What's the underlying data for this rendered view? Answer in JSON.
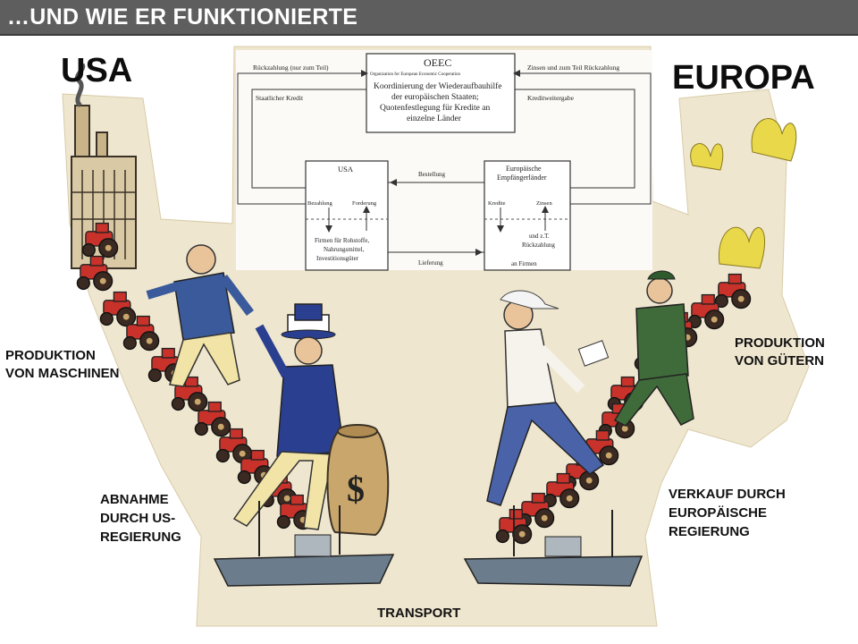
{
  "header": {
    "title": "…UND WIE ER FUNKTIONIERTE"
  },
  "regions": {
    "left": "USA",
    "right": "EUROPA"
  },
  "labels": {
    "produktion_maschinen": [
      "PRODUKTION",
      "VON MASCHINEN"
    ],
    "abnahme": [
      "ABNAHME",
      "DURCH US-",
      "REGIERUNG"
    ],
    "transport": "TRANSPORT",
    "produktion_guetern": [
      "PRODUKTION",
      "VON GÜTERN"
    ],
    "verkauf": [
      "VERKAUF DURCH",
      "EUROPÄISCHE",
      "REGIERUNG"
    ]
  },
  "diagram": {
    "top_left_arrow": "Rückzahlung (nur zum Teil)",
    "left_credit": "Staatlicher Kredit",
    "top_right_arrow": "Zinsen und zum Teil Rückzahlung",
    "right_credit": "Kreditweitergabe",
    "oeec": {
      "title": "OEEC",
      "subtitle": "Organization for European Economic Cooperation",
      "lines": [
        "Koordinierung der Wiederaufbauhilfe",
        "der europäischen Staaten;",
        "Quotenfestlegung für Kredite an",
        "einzelne Länder"
      ]
    },
    "usa_box": {
      "title": "USA",
      "bezahlung": "Bezahlung",
      "forderung": "Forderung",
      "firms": [
        "Firmen für Rohstoffe,",
        "Nahrungsmittel,",
        "Investitionsgüter"
      ]
    },
    "europe_box": {
      "title": [
        "Europäische",
        "Empfängerländer"
      ],
      "kredite": "Kredite",
      "zinsen": "Zinsen",
      "repay": [
        "und z.T.",
        "Rückzahlung"
      ],
      "firms": "an Firmen"
    },
    "bestellung": "Bestellung",
    "lieferung": "Lieferung"
  },
  "colors": {
    "header_bg": "#5e5e5e",
    "paper": "#efe6cf",
    "tractor": "#c8322a",
    "ship": "#6b7c8c",
    "wheat": "#e8d84a"
  },
  "icons": [
    "factory-icon",
    "tractor-icon",
    "ship-icon",
    "money-bag-icon",
    "wheat-icon",
    "uncle-sam-figure",
    "european-worker-figure"
  ]
}
